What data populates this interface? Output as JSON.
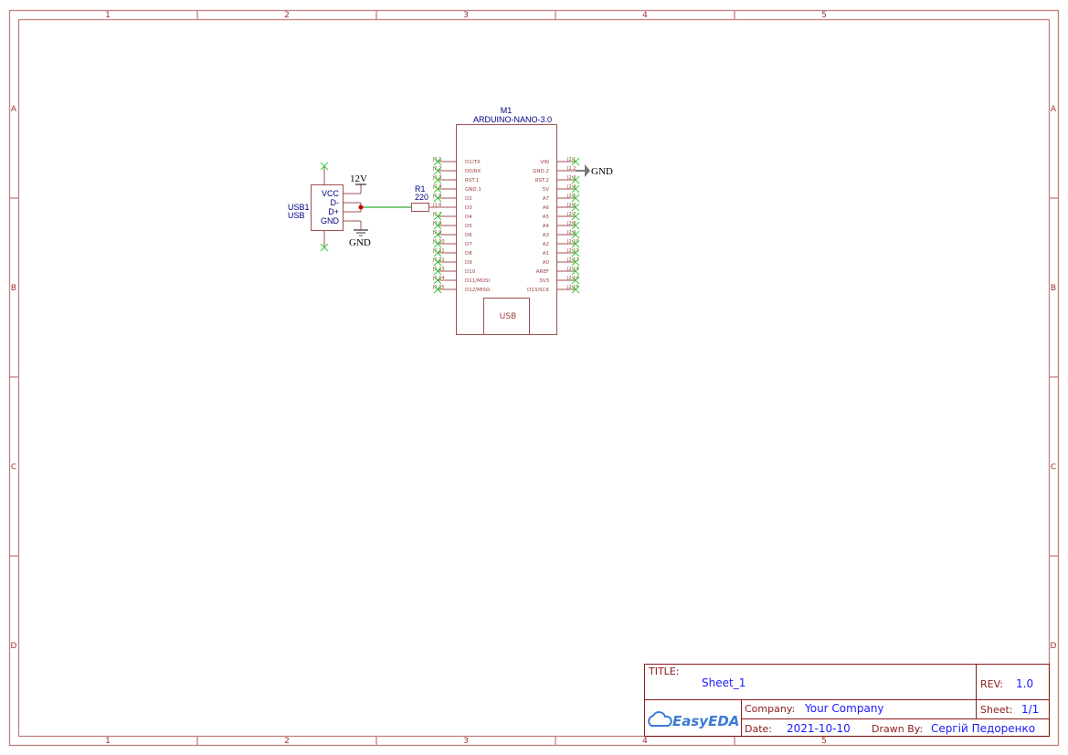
{
  "sheet": {
    "zone_columns": [
      "1",
      "2",
      "3",
      "4",
      "5"
    ],
    "zone_rows": [
      "A",
      "B",
      "C",
      "D"
    ],
    "frame_color": "#c58080"
  },
  "components": {
    "usb": {
      "designator": "USB1",
      "value": "USB",
      "pins": [
        "VCC",
        "D-",
        "D+",
        "GND"
      ],
      "net_12v": "12V",
      "net_gnd": "GND"
    },
    "resistor": {
      "designator": "R1",
      "value": "220"
    },
    "arduino": {
      "designator": "M1",
      "value": "ARDUINO-NANO-3.0",
      "left_pins": [
        {
          "num": "J1.1",
          "name": "D1/TX"
        },
        {
          "num": "J1.2",
          "name": "D0/RX"
        },
        {
          "num": "J1.3",
          "name": "RST.1"
        },
        {
          "num": "J1.4",
          "name": "GND.1"
        },
        {
          "num": "J1.5",
          "name": "D2"
        },
        {
          "num": "J1.6",
          "name": "D3"
        },
        {
          "num": "J1.7",
          "name": "D4"
        },
        {
          "num": "J1.8",
          "name": "D5"
        },
        {
          "num": "J1.9",
          "name": "D6"
        },
        {
          "num": "J1.10",
          "name": "D7"
        },
        {
          "num": "J1.11",
          "name": "D8"
        },
        {
          "num": "J1.12",
          "name": "D9"
        },
        {
          "num": "J1.13",
          "name": "D10"
        },
        {
          "num": "J1.14",
          "name": "D11/MOSI"
        },
        {
          "num": "J1.15",
          "name": "D12/MISO"
        }
      ],
      "right_pins": [
        {
          "num": "J2.1",
          "name": "VIN"
        },
        {
          "num": "J2.2",
          "name": "GND.2"
        },
        {
          "num": "J2.3",
          "name": "RST.2"
        },
        {
          "num": "J2.4",
          "name": "5V"
        },
        {
          "num": "J2.5",
          "name": "A7"
        },
        {
          "num": "J2.6",
          "name": "A6"
        },
        {
          "num": "J2.7",
          "name": "A5"
        },
        {
          "num": "J2.8",
          "name": "A4"
        },
        {
          "num": "J2.9",
          "name": "A3"
        },
        {
          "num": "J2.10",
          "name": "A2"
        },
        {
          "num": "J2.11",
          "name": "A1"
        },
        {
          "num": "J2.12",
          "name": "A0"
        },
        {
          "num": "J2.13",
          "name": "AREF"
        },
        {
          "num": "J2.14",
          "name": "3V3"
        },
        {
          "num": "J2.15",
          "name": "D13/SCK"
        }
      ],
      "usb_label": "USB",
      "gnd_net": "GND"
    }
  },
  "title_block": {
    "title_label": "TITLE:",
    "title": "Sheet_1",
    "rev_label": "REV:",
    "rev": "1.0",
    "company_label": "Company:",
    "company": "Your Company",
    "sheet_label": "Sheet:",
    "sheet": "1/1",
    "date_label": "Date:",
    "date": "2021-10-10",
    "drawn_by_label": "Drawn By:",
    "drawn_by": "Сергій Педоренко",
    "logo_text": "EasyEDA"
  }
}
